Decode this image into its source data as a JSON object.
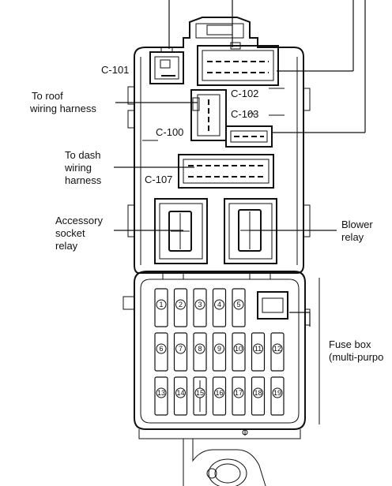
{
  "labels": {
    "c101": "C-101",
    "c102": "C-102",
    "c103": "C-103",
    "c100": "C-100",
    "c107": "C-107",
    "roof_line1": "To roof",
    "roof_line2": "wiring harness",
    "dash_line1": "To dash",
    "dash_line2": "wiring",
    "dash_line3": "harness",
    "acc_line1": "Accessory",
    "acc_line2": "socket",
    "acc_line3": "relay",
    "blower_line1": "Blower",
    "blower_line2": "relay",
    "fuse_line1": "Fuse box",
    "fuse_line2": "(multi-purpo"
  },
  "fuse_rows": [
    [
      "1",
      "2",
      "3",
      "4",
      "5"
    ],
    [
      "6",
      "7",
      "8",
      "9",
      "10",
      "11",
      "12"
    ],
    [
      "13",
      "14",
      "15",
      "16",
      "17",
      "18",
      "19"
    ]
  ]
}
